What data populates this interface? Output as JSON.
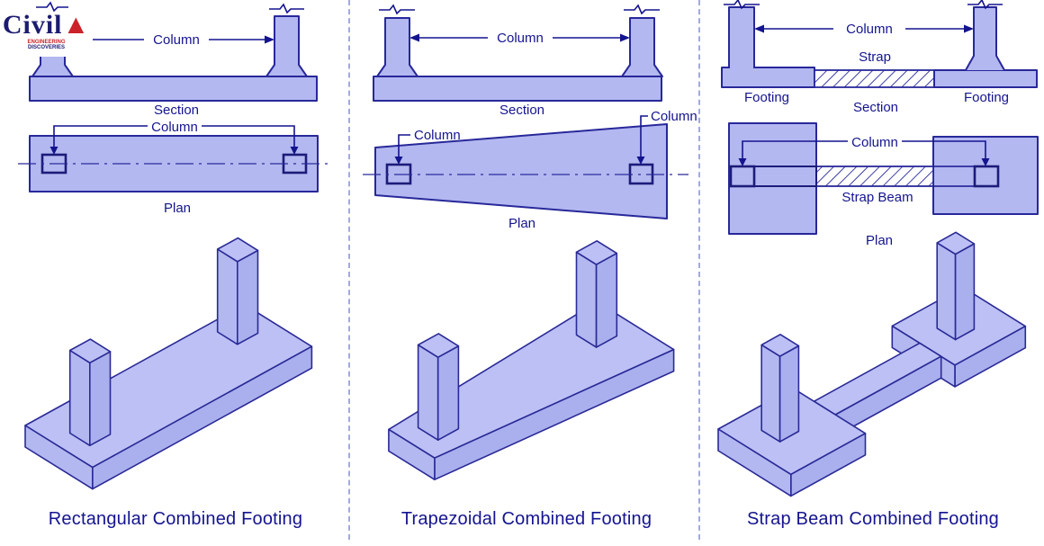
{
  "title": "Types of Combined Footings diagram",
  "colors": {
    "footing_fill": "#b3b8f0",
    "iso_top_fill": "#bcc0f4",
    "iso_front_fill": "#aab0ee",
    "outline": "#28289a",
    "label_text": "#14148f",
    "divider": "#a3a9dd",
    "logo_red": "#cc2229",
    "logo_navy": "#1b1b6f"
  },
  "logo": {
    "word": "Civil",
    "sub1": "ENGINEERING",
    "sub2": "DISCOVERIES"
  },
  "panels": [
    {
      "caption": "Rectangular Combined Footing",
      "section": {
        "column_label": "Column",
        "view_label": "Section"
      },
      "plan": {
        "column_label": "Column",
        "view_label": "Plan"
      }
    },
    {
      "caption": "Trapezoidal Combined Footing",
      "section": {
        "column_label": "Column",
        "view_label": "Section"
      },
      "plan": {
        "column_left_label": "Column",
        "column_right_label": "Column",
        "view_label": "Plan"
      }
    },
    {
      "caption": "Strap Beam Combined Footing",
      "section": {
        "column_label": "Column",
        "strap_label": "Strap",
        "footing_left_label": "Footing",
        "footing_right_label": "Footing",
        "view_label": "Section"
      },
      "plan": {
        "column_label": "Column",
        "strap_beam_label": "Strap Beam",
        "view_label": "Plan"
      }
    }
  ]
}
